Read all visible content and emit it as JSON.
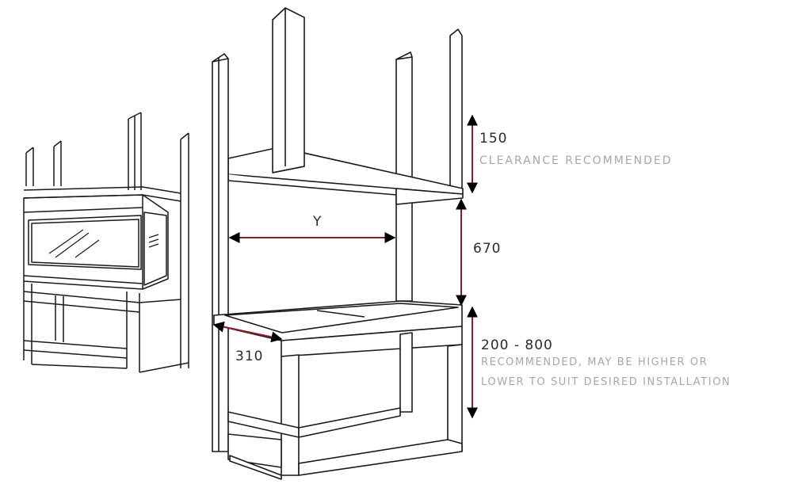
{
  "colors": {
    "line": "#1a1a1a",
    "dimension": "#8b1c2c",
    "note_text": "#a8a8a8",
    "dimension_text": "#2b2b2b"
  },
  "labels": {
    "y_width": "Y",
    "depth": "310",
    "top_clearance": "150",
    "top_clearance_note": "CLEARANCE  RECOMMENDED",
    "middle_height": "670",
    "base_height": "200 - 800",
    "base_note_line1": "RECOMMENDED, MAY BE HIGHER OR",
    "base_note_line2": "LOWER TO SUIT DESIRED INSTALLATION"
  },
  "icons": [
    "fireplace-frame-icon",
    "glass-reflection-icon"
  ]
}
